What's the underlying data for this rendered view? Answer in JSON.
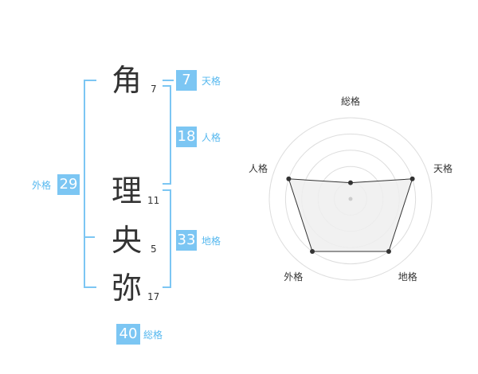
{
  "name_chars": [
    {
      "char": "角",
      "strokes": "7"
    },
    {
      "char": "理",
      "strokes": "11"
    },
    {
      "char": "央",
      "strokes": "5"
    },
    {
      "char": "弥",
      "strokes": "17"
    }
  ],
  "fortunes": {
    "tenkaku": {
      "label": "天格",
      "value": "7"
    },
    "jinkaku": {
      "label": "人格",
      "value": "18"
    },
    "chikaku": {
      "label": "地格",
      "value": "33"
    },
    "gaikaku": {
      "label": "外格",
      "value": "29"
    },
    "soukaku": {
      "label": "総格",
      "value": "40"
    }
  },
  "colors": {
    "accent": "#7cc6f3",
    "accent_text": "#56b8ef",
    "text": "#333333",
    "radar_fill": "#eeeeee"
  },
  "chart_data": {
    "type": "radar",
    "axes": [
      "総格",
      "天格",
      "地格",
      "外格",
      "人格"
    ],
    "values": [
      1,
      4,
      4,
      4,
      4
    ],
    "max": 5
  }
}
